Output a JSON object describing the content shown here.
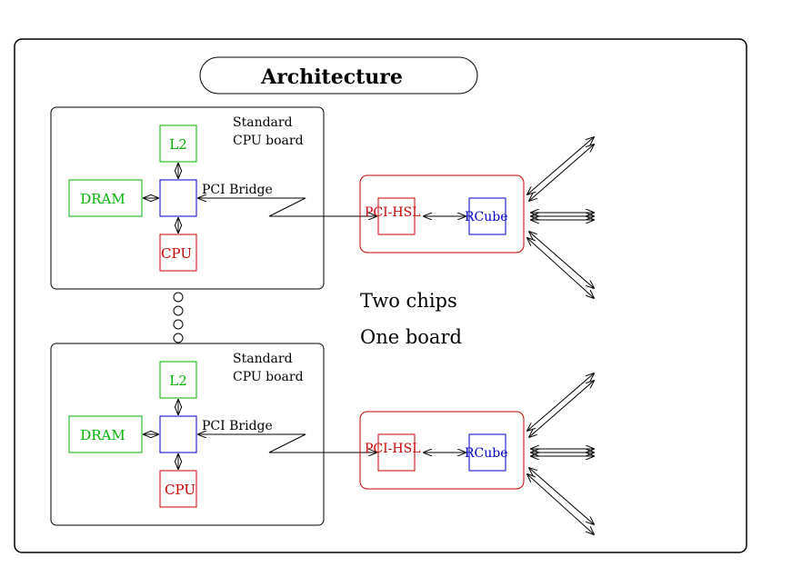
{
  "title": "Architecture",
  "boards": [
    {
      "board_label_line1": "Standard",
      "board_label_line2": "CPU board",
      "l2": "L2",
      "dram": "DRAM",
      "cpu": "CPU",
      "bridge": "PCI Bridge",
      "pci_hsl": "PCI-HSL",
      "rcube": "RCube"
    },
    {
      "board_label_line1": "Standard",
      "board_label_line2": "CPU board",
      "l2": "L2",
      "dram": "DRAM",
      "cpu": "CPU",
      "bridge": "PCI Bridge",
      "pci_hsl": "PCI-HSL",
      "rcube": "RCube"
    }
  ],
  "notes": [
    "Two chips",
    "One board"
  ],
  "colors": {
    "green": "#00b400",
    "blue": "#0000c8",
    "red": "#c80000",
    "black": "#000000"
  }
}
